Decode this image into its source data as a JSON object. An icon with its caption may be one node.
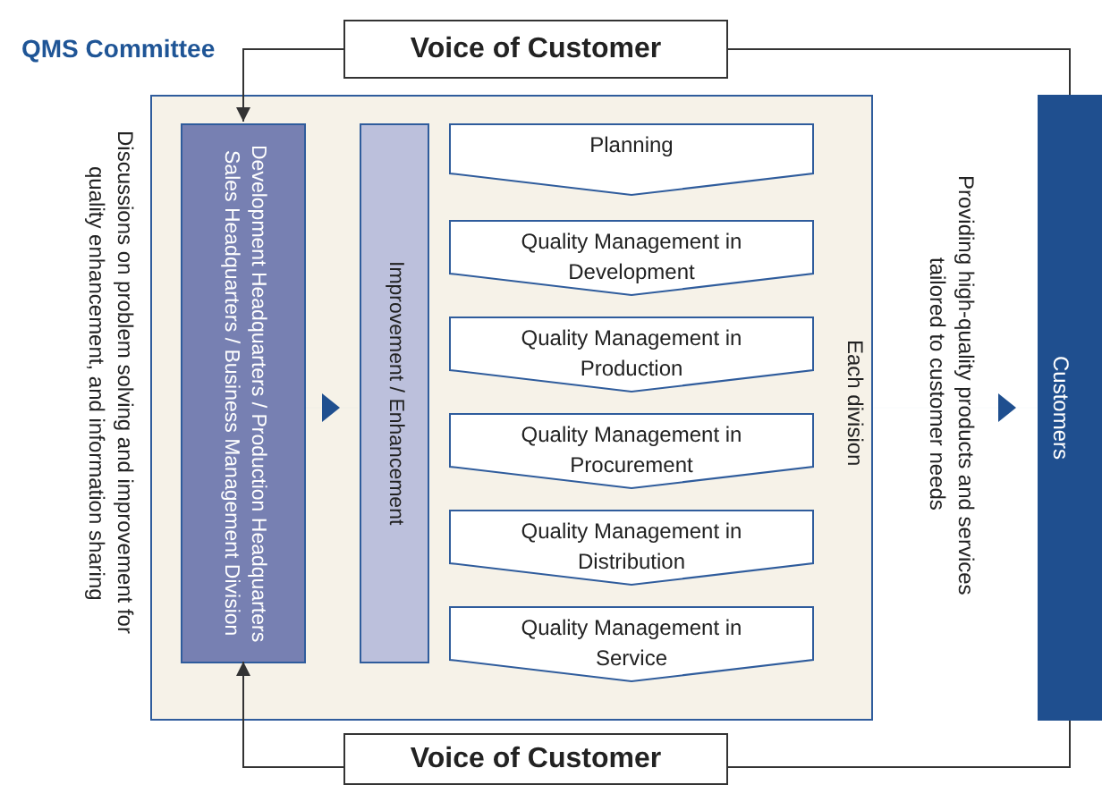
{
  "diagram": {
    "nodes": [
      {
        "text": [
          "QMS Committee"
        ]
      },
      {
        "text": [
          "Development Headquarters / Production Headquarters Sales Headquarters / Business Management Division"
        ],
        "in": 0
      },
      {
        "text": [
          "Improvement / Enhancement"
        ],
        "in": 0
      },
      {
        "text": [
          "Planning"
        ],
        "in": 0
      },
      {
        "text": [
          "Quality Management in Development"
        ],
        "in": 0
      },
      {
        "text": [
          "Quality Management in Production"
        ],
        "in": 0
      },
      {
        "text": [
          "Quality Management in Procurement"
        ],
        "in": 0
      },
      {
        "text": [
          "Quality Management in Distribution"
        ],
        "in": 0
      },
      {
        "text": [
          "Quality Management in Service"
        ],
        "in": 0
      },
      {
        "text": [
          "Customers"
        ]
      },
      {
        "text": [
          "Voice of Customer"
        ]
      },
      {
        "text": [
          "Voice of Customer"
        ]
      }
    ],
    "edges": [
      {
        "from": 9,
        "to": 10,
        "arrow": "none"
      },
      {
        "from": 10,
        "to": 1,
        "arrow": "to"
      },
      {
        "from": 9,
        "to": 11,
        "arrow": "none"
      },
      {
        "from": 11,
        "to": 1,
        "arrow": "to"
      },
      {
        "from": 1,
        "to": 2,
        "arrow": "to",
        "color": "#1f4f8f"
      },
      {
        "from": 0,
        "to": 9,
        "arrow": "to",
        "color": "#1f4f8f"
      }
    ],
    "labels": [
      "Discussions on problem solving and improvement for quality enhancement, and information sharing",
      "Each division",
      "Providing high-quality products and services tailored to customer needs"
    ]
  }
}
